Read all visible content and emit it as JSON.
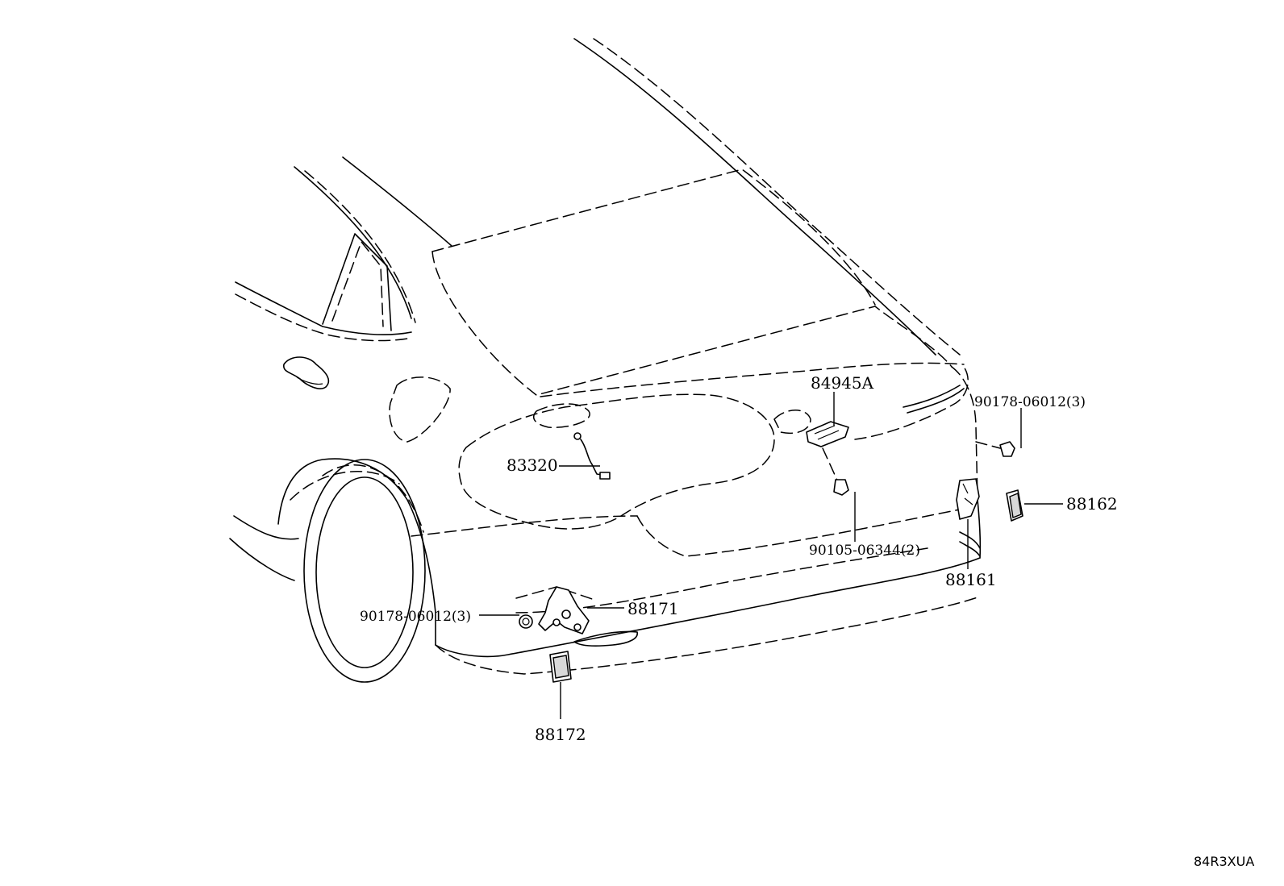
{
  "diagram": {
    "code": "84R3XUA",
    "callouts": [
      {
        "id": "84945A",
        "label": "84945A"
      },
      {
        "id": "90178-06012-top",
        "label": "90178-06012(3)"
      },
      {
        "id": "83320",
        "label": "83320"
      },
      {
        "id": "88162",
        "label": "88162"
      },
      {
        "id": "90105-06344",
        "label": "90105-06344(2)"
      },
      {
        "id": "88161",
        "label": "88161"
      },
      {
        "id": "88171",
        "label": "88171"
      },
      {
        "id": "90178-06012-left",
        "label": "90178-06012(3)"
      },
      {
        "id": "88172",
        "label": "88172"
      }
    ]
  }
}
